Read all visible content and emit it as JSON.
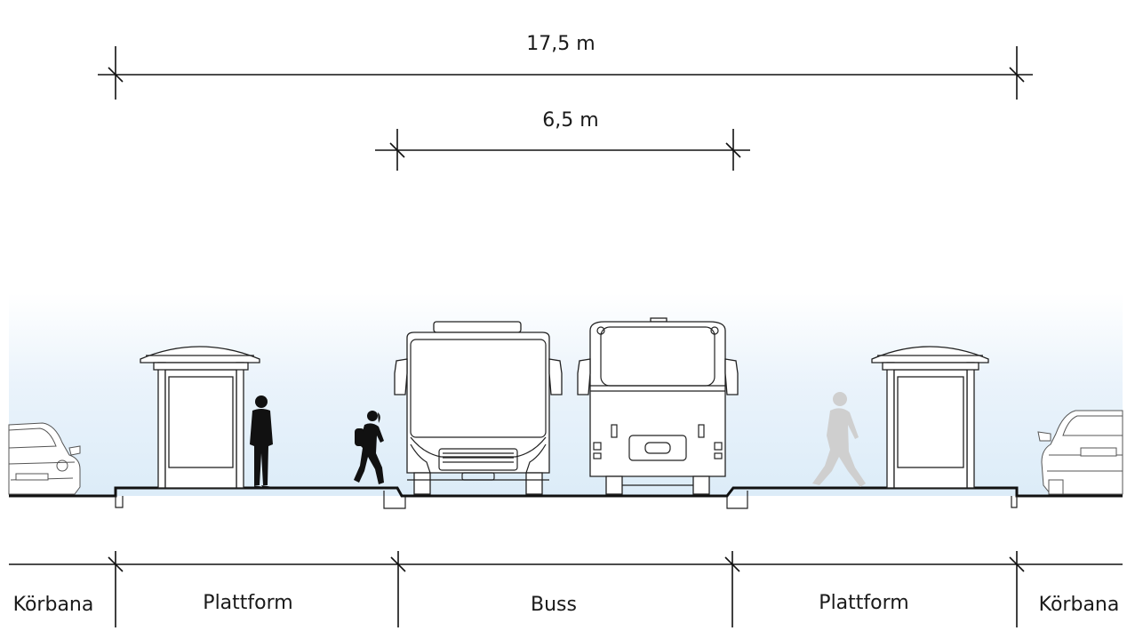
{
  "dimensions": {
    "total": "17,5 m",
    "bus_lane": "6,5 m"
  },
  "zones": {
    "left_road": "Körbana",
    "left_platform": "Plattform",
    "bus": "Buss",
    "right_platform": "Plattform",
    "right_road": "Körbana"
  },
  "colors": {
    "sky_top": "#ffffff",
    "sky_bottom": "#dcecf8",
    "line": "#111111",
    "ghost_pedestrian": "#cfcfcf"
  }
}
